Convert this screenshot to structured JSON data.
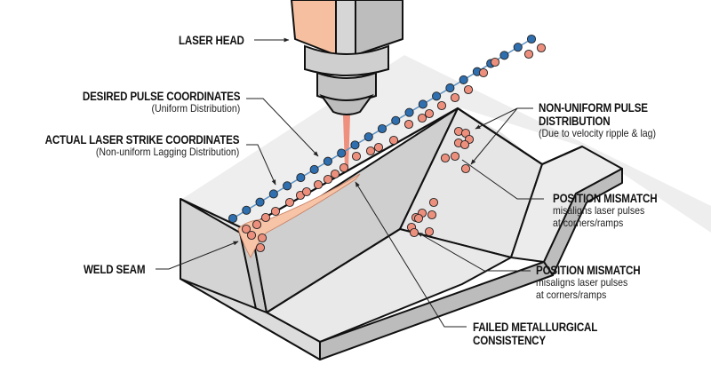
{
  "labels": {
    "laser_head": "LASER HEAD",
    "desired_pulse": {
      "title": "DESIRED PULSE COORDINATES",
      "subtitle": "(Uniform Distribution)"
    },
    "actual_strike": {
      "title": "ACTUAL LASER STRIKE COORDINATES",
      "subtitle": "(Non-uniform Lagging Distribution)"
    },
    "weld_seam": "WELD SEAM",
    "non_uniform": {
      "title_line1": "NON-UNIFORM PULSE",
      "title_line2": "DISTRIBUTION",
      "subtitle": "(Due to velocity ripple & lag)"
    },
    "position_mismatch_1": {
      "title": "POSITION MISMATCH",
      "line1": "misaligns laser pulses",
      "line2": "at corners/ramps"
    },
    "position_mismatch_2": {
      "title": "POSITION MISMATCH",
      "line1": "misaligns laser pulses",
      "line2": "at corners/ramps"
    },
    "failed": {
      "line1": "FAILED METALLURGICAL",
      "line2": "CONSISTENCY"
    }
  },
  "colors": {
    "desired_dot": "#2f6fb0",
    "actual_dot": "#ec8f7c",
    "laser_beam": "#ee8a78",
    "weld_bead": "#f7c4a8",
    "head_accent": "#f6bf9f",
    "metal_light": "#ededed",
    "metal_mid": "#d6d6d6",
    "metal_dark": "#bdbdbd",
    "outline": "#111111"
  }
}
